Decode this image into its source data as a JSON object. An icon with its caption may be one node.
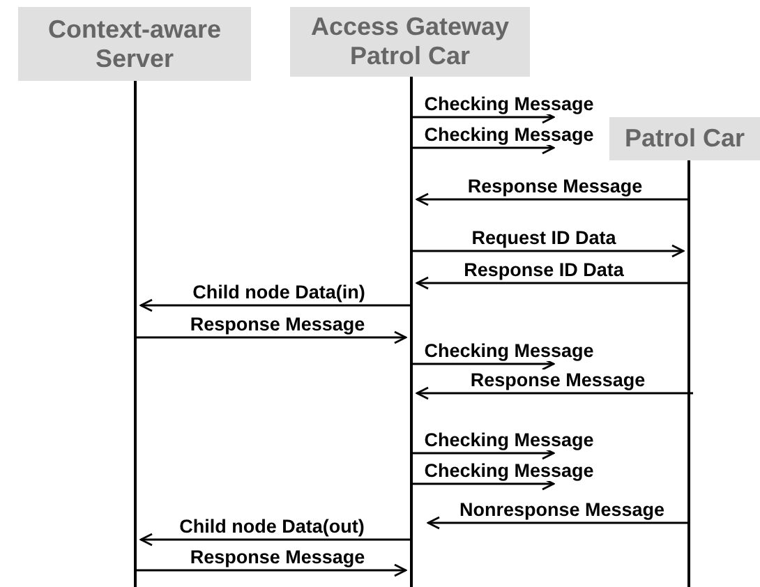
{
  "diagram": {
    "nodes": [
      {
        "text": [
          "Context-aware Server"
        ]
      },
      {
        "text": [
          "Access Gateway Patrol Car"
        ]
      },
      {
        "text": [
          "Patrol Car"
        ]
      }
    ],
    "edges": [
      {
        "from": 1,
        "to": null,
        "arrow": "to",
        "label": "Checking Message"
      },
      {
        "from": 1,
        "to": null,
        "arrow": "to",
        "label": "Checking Message"
      },
      {
        "from": 2,
        "to": 1,
        "arrow": "to",
        "label": "Response Message"
      },
      {
        "from": 1,
        "to": 2,
        "arrow": "to",
        "label": "Request ID Data"
      },
      {
        "from": 2,
        "to": 1,
        "arrow": "to",
        "label": "Response ID Data"
      },
      {
        "from": 1,
        "to": 0,
        "arrow": "to",
        "label": "Child node Data(in)"
      },
      {
        "from": 0,
        "to": 1,
        "arrow": "to",
        "label": "Response Message"
      },
      {
        "from": 1,
        "to": null,
        "arrow": "to",
        "label": "Checking Message"
      },
      {
        "from": 2,
        "to": 1,
        "arrow": "to",
        "label": "Response Message"
      },
      {
        "from": 1,
        "to": null,
        "arrow": "to",
        "label": "Checking Message"
      },
      {
        "from": 1,
        "to": null,
        "arrow": "to",
        "label": "Checking Message"
      },
      {
        "from": 2,
        "to": 1,
        "arrow": "to",
        "label": "Nonresponse Message"
      },
      {
        "from": 1,
        "to": 0,
        "arrow": "to",
        "label": "Child node Data(out)"
      },
      {
        "from": 0,
        "to": 1,
        "arrow": "to",
        "label": "Response Message"
      }
    ]
  }
}
